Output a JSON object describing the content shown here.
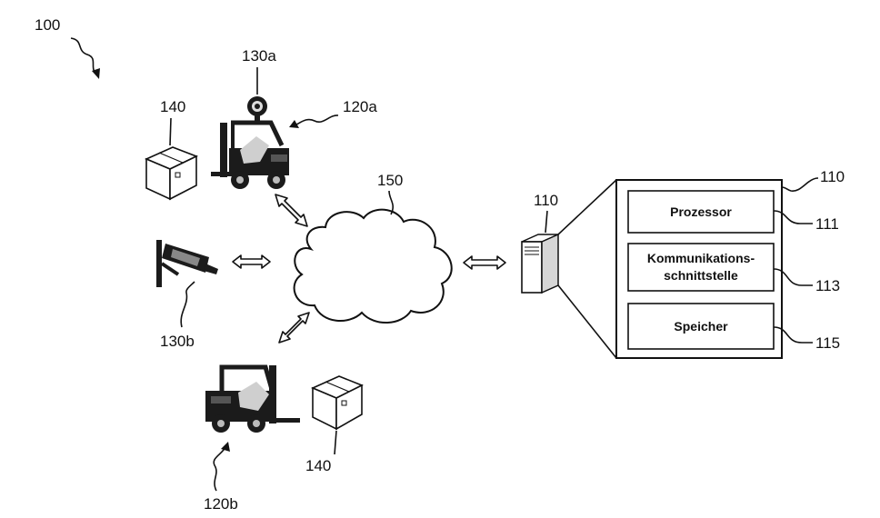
{
  "labels": {
    "system": "100",
    "server_label": "110",
    "server_box_label": "110",
    "processor_ref": "111",
    "comm_ref": "113",
    "memory_ref": "115",
    "sensor_a": "130a",
    "sensor_b": "130b",
    "vehicle_a": "120a",
    "vehicle_b": "120b",
    "package_top": "140",
    "package_bottom": "140",
    "network": "150"
  },
  "server_box": {
    "processor": "Prozessor",
    "comm_line1": "Kommunikations-",
    "comm_line2": "schnittstelle",
    "memory": "Speicher"
  }
}
